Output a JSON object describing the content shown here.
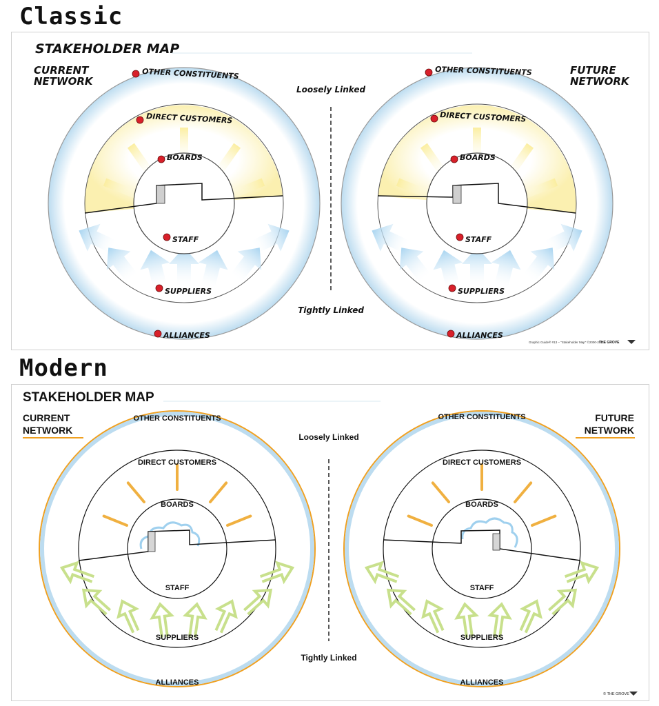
{
  "sections": {
    "classic": "Classic",
    "modern": "Modern"
  },
  "classic": {
    "map_title": "STAKEHOLDER MAP",
    "current_line1": "CURRENT",
    "current_line2": "NETWORK",
    "future_line1": "FUTURE",
    "future_line2": "NETWORK",
    "loosely": "Loosely Linked",
    "tightly": "Tightly Linked",
    "labels": {
      "other": "OTHER CONSTITUENTS",
      "direct": "DIRECT CUSTOMERS",
      "boards": "BOARDS",
      "staff": "STAFF",
      "suppliers": "SUPPLIERS",
      "alliances": "ALLIANCES"
    },
    "credit": "Graphic Guide® #13 – \"Stakeholder Map\" ©2000-2011",
    "brand": "THE GROVE"
  },
  "modern": {
    "map_title": "STAKEHOLDER MAP",
    "current_line1": "CURRENT",
    "current_line2": "NETWORK",
    "future_line1": "FUTURE",
    "future_line2": "NETWORK",
    "loosely": "Loosely Linked",
    "tightly": "Tightly Linked",
    "labels": {
      "other": "OTHER CONSTITUENTS",
      "direct": "DIRECT CUSTOMERS",
      "boards": "BOARDS",
      "staff": "STAFF",
      "suppliers": "SUPPLIERS",
      "alliances": "ALLIANCES"
    },
    "brand": "© THE GROVE"
  },
  "colors": {
    "blue_ring": "#bcdcf0",
    "yellow_band": "#fbf3c0",
    "red_dot": "#d8202a",
    "orange": "#f0a020",
    "green_arrow": "#c8e08c",
    "blue_arrow": "#a8d4f0"
  }
}
